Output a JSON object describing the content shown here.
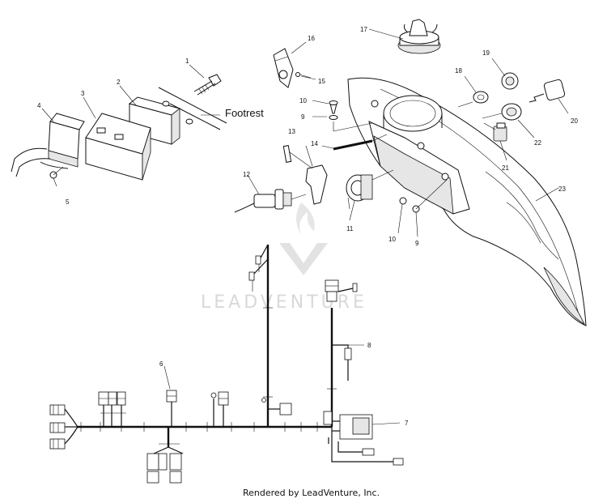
{
  "diagram": {
    "side_label": "Footrest",
    "watermark": "LEADVENTURE",
    "footer": "Rendered by LeadVenture, Inc.",
    "callouts": {
      "c1": "1",
      "c2": "2",
      "c3": "3",
      "c4": "4",
      "c5": "5",
      "c6": "6",
      "c7": "7",
      "c8": "8",
      "c9a": "9",
      "c9b": "9",
      "c10a": "10",
      "c10b": "10",
      "c11": "11",
      "c12": "12",
      "c13": "13",
      "c14": "14",
      "c15": "15",
      "c16": "16",
      "c17": "17",
      "c18": "18",
      "c19": "19",
      "c20": "20",
      "c21": "21",
      "c22": "22",
      "c23": "23"
    }
  }
}
